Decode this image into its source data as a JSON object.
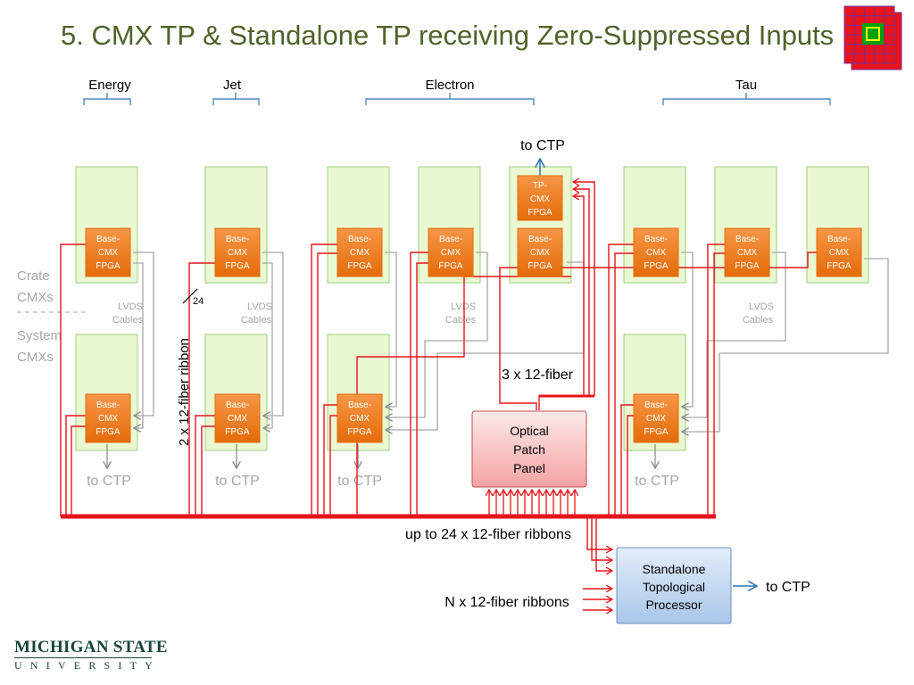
{
  "title": "5. CMX TP & Standalone TP receiving Zero-Suppressed Inputs",
  "groups": [
    "Energy",
    "Jet",
    "Electron",
    "Tau"
  ],
  "side_labels": {
    "crate": [
      "Crate",
      "CMXs"
    ],
    "system": [
      "System",
      "CMXs"
    ]
  },
  "fpga": {
    "base": [
      "Base-",
      "CMX",
      "FPGA"
    ],
    "tp": [
      "TP-",
      "CMX",
      "FPGA"
    ]
  },
  "lvds": [
    "LVDS",
    "Cables"
  ],
  "to_ctp": "to CTP",
  "ribbon_24": "24",
  "ribbon_2x": "2 x 12-fiber ribbon",
  "fiber_3x": "3 x 12-fiber",
  "patch_panel": [
    "Optical",
    "Patch",
    "Panel"
  ],
  "up_to_24": "up to 24 x 12-fiber ribbons",
  "n_ribbons": "N x 12-fiber ribbons",
  "standalone": [
    "Standalone",
    "Topological",
    "Processor"
  ],
  "university": {
    "line1": "MICHIGAN STATE",
    "line2": "UNIVERSITY"
  },
  "colors": {
    "title": "#4f6228",
    "board": "#eaf8d2",
    "board_border": "#9bd07a",
    "fpga": "#e46c0a",
    "red": "#e8141a",
    "blue": "#2e75b6",
    "gray": "#a6a6a6",
    "msu": "#18453b"
  }
}
